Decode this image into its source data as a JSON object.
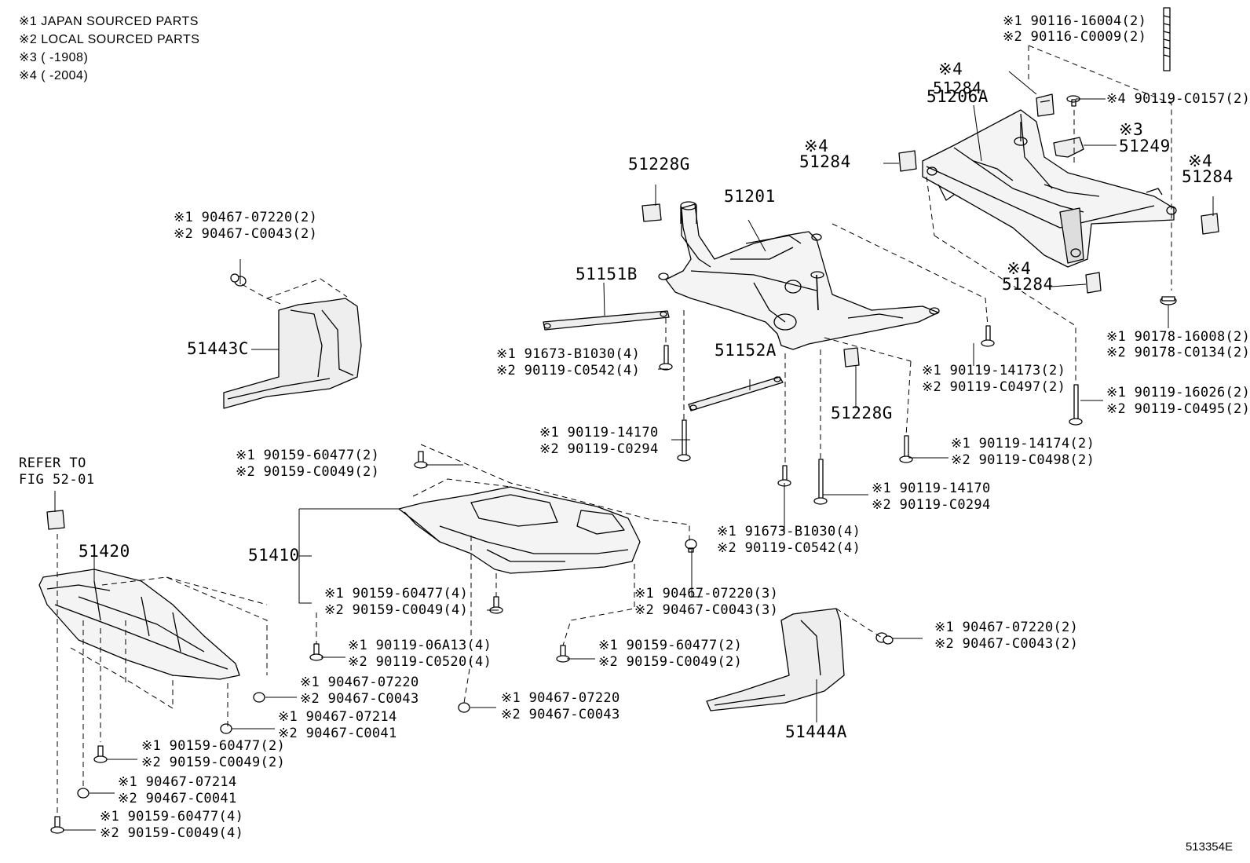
{
  "notes": [
    "※1 JAPAN SOURCED PARTS",
    "※2 LOCAL SOURCED PARTS",
    "※3 (       -1908)",
    "※4 (       -2004)"
  ],
  "diagram_id": "513354E",
  "refer": [
    "REFER TO",
    "FIG 52-01"
  ],
  "parts": {
    "p51201": "51201",
    "p51206A": "51206A",
    "p51228G_a": "51228G",
    "p51228G_b": "51228G",
    "p51151B": "51151B",
    "p51152A": "51152A",
    "p51443C": "51443C",
    "p51444A": "51444A",
    "p51410": "51410",
    "p51420": "51420",
    "p51249": "51249",
    "p51284_a": "51284",
    "p51284_b": "51284",
    "p51284_c": "51284",
    "p51284_d": "51284"
  },
  "marks": {
    "m3_51249": "※3",
    "m4_a": "※4",
    "m4_b": "※4",
    "m4_c": "※4",
    "m4_d": "※4"
  },
  "callouts": {
    "c01a": "※1 90116-16004(2)",
    "c01b": "※2 90116-C0009(2)",
    "c02": "※4 90119-C0157(2)",
    "c03a": "※1 90178-16008(2)",
    "c03b": "※2 90178-C0134(2)",
    "c04a": "※1 90119-16026(2)",
    "c04b": "※2 90119-C0495(2)",
    "c05a": "※1 90119-14173(2)",
    "c05b": "※2 90119-C0497(2)",
    "c06a": "※1 90119-14174(2)",
    "c06b": "※2 90119-C0498(2)",
    "c07a": "※1 90119-14170",
    "c07b": "※2 90119-C0294",
    "c08a": "※1 91673-B1030(4)",
    "c08b": "※2 90119-C0542(4)",
    "c09a": "※1 91673-B1030(4)",
    "c09b": "※2 90119-C0542(4)",
    "c10a": "※1 90119-14170",
    "c10b": "※2 90119-C0294",
    "c11a": "※1 90467-07220(2)",
    "c11b": "※2 90467-C0043(2)",
    "c12a": "※1 90159-60477(2)",
    "c12b": "※2 90159-C0049(2)",
    "c13a": "※1 90159-60477(4)",
    "c13b": "※2 90159-C0049(4)",
    "c14a": "※1 90467-07220(3)",
    "c14b": "※2 90467-C0043(3)",
    "c15a": "※1 90119-06A13(4)",
    "c15b": "※2 90119-C0520(4)",
    "c16a": "※1 90159-60477(2)",
    "c16b": "※2 90159-C0049(2)",
    "c17a": "※1 90467-07220(2)",
    "c17b": "※2 90467-C0043(2)",
    "c18a": "※1 90467-07220",
    "c18b": "※2 90467-C0043",
    "c19a": "※1 90467-07220",
    "c19b": "※2 90467-C0043",
    "c20a": "※1 90467-07214",
    "c20b": "※2 90467-C0041",
    "c21a": "※1 90159-60477(2)",
    "c21b": "※2 90159-C0049(2)",
    "c22a": "※1 90467-07214",
    "c22b": "※2 90467-C0041",
    "c23a": "※1 90159-60477(4)",
    "c23b": "※2 90159-C0049(4)"
  }
}
